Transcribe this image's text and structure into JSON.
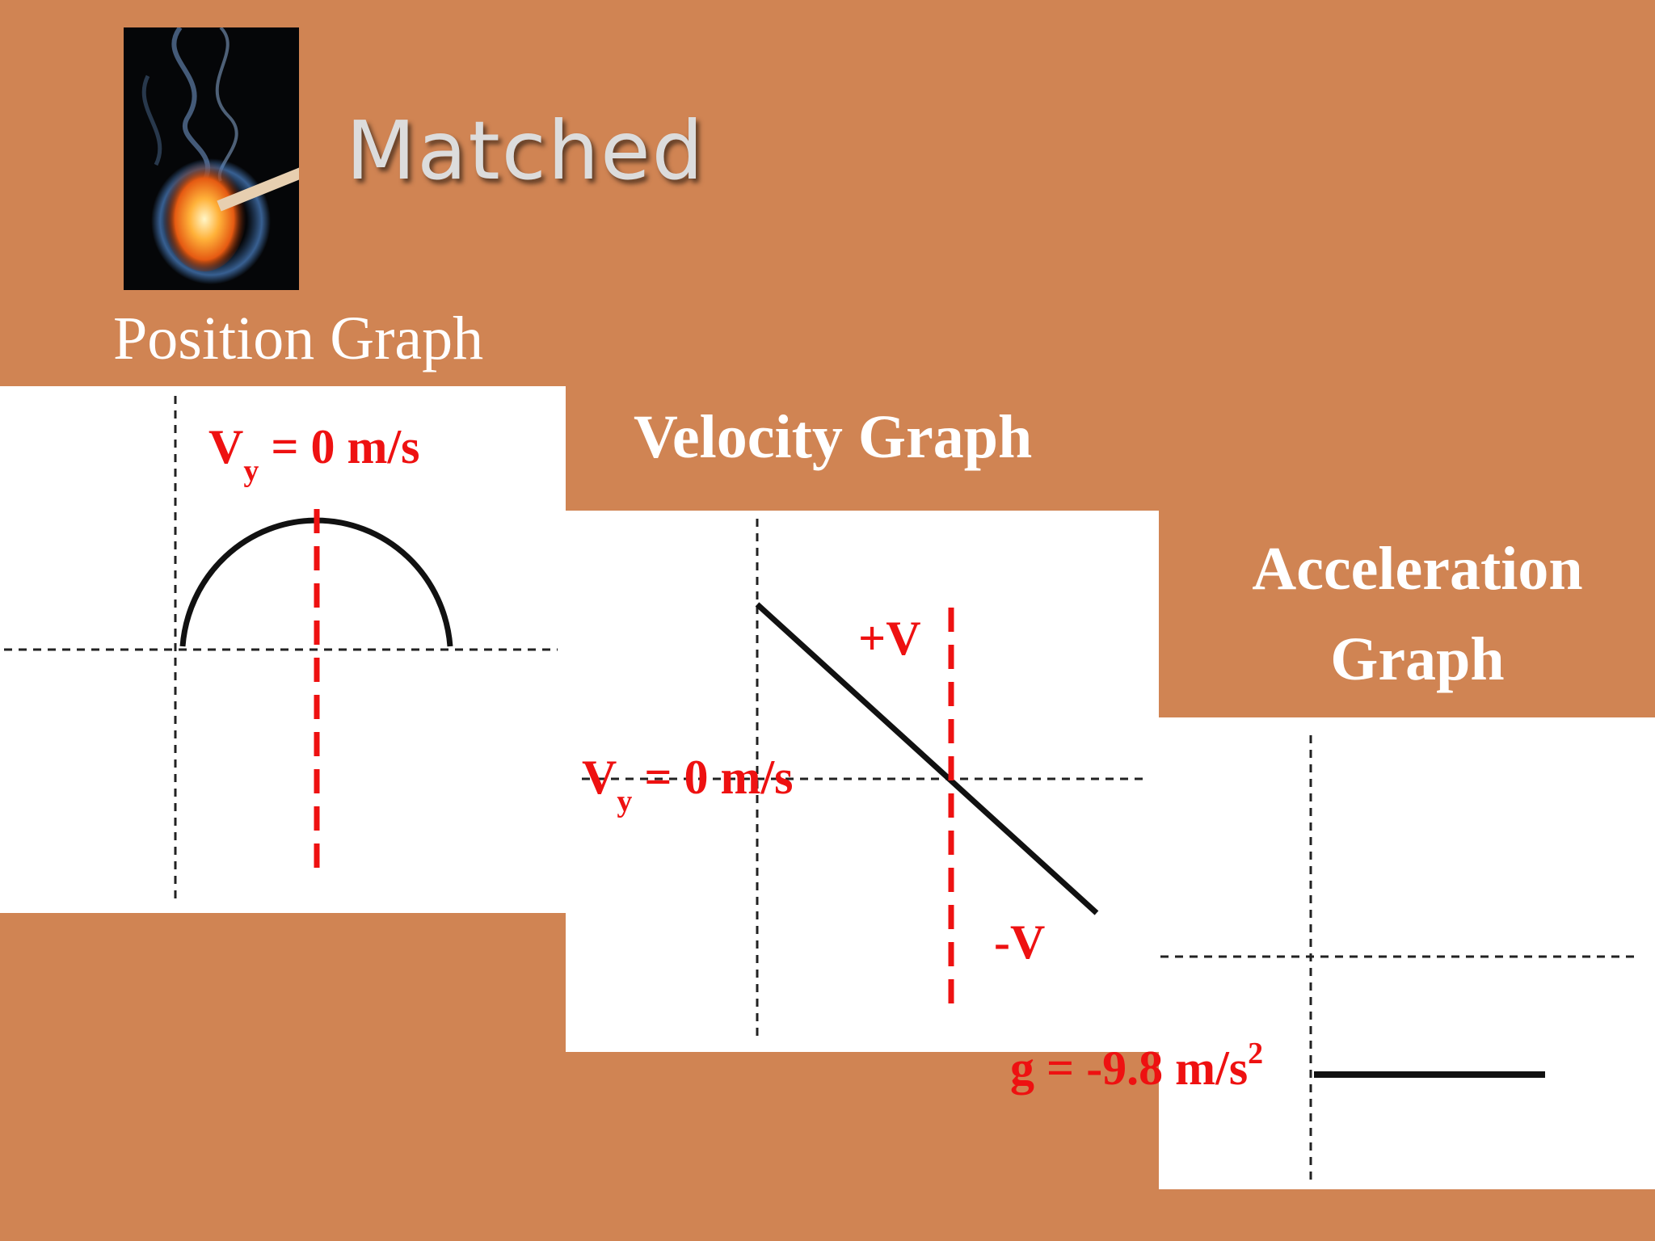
{
  "slide": {
    "title": "Matched",
    "background_color": "#d08453",
    "accent_color": "#ee1111",
    "photo": {
      "icon": "burning-match-icon"
    }
  },
  "position_graph": {
    "label": "Position Graph",
    "annotation": {
      "base": "V",
      "sub": "y",
      "rest": " = 0 m/s"
    }
  },
  "velocity_graph": {
    "label": "Velocity Graph",
    "plus_label": "+V",
    "minus_label": "-V",
    "annotation": {
      "base": "V",
      "sub": "y",
      "rest": " = 0 m/s"
    }
  },
  "acceleration_graph": {
    "label_line1": "Acceleration",
    "label_line2": "Graph",
    "annotation": {
      "base": "g = -9.8 m/s",
      "sup": "2"
    }
  }
}
